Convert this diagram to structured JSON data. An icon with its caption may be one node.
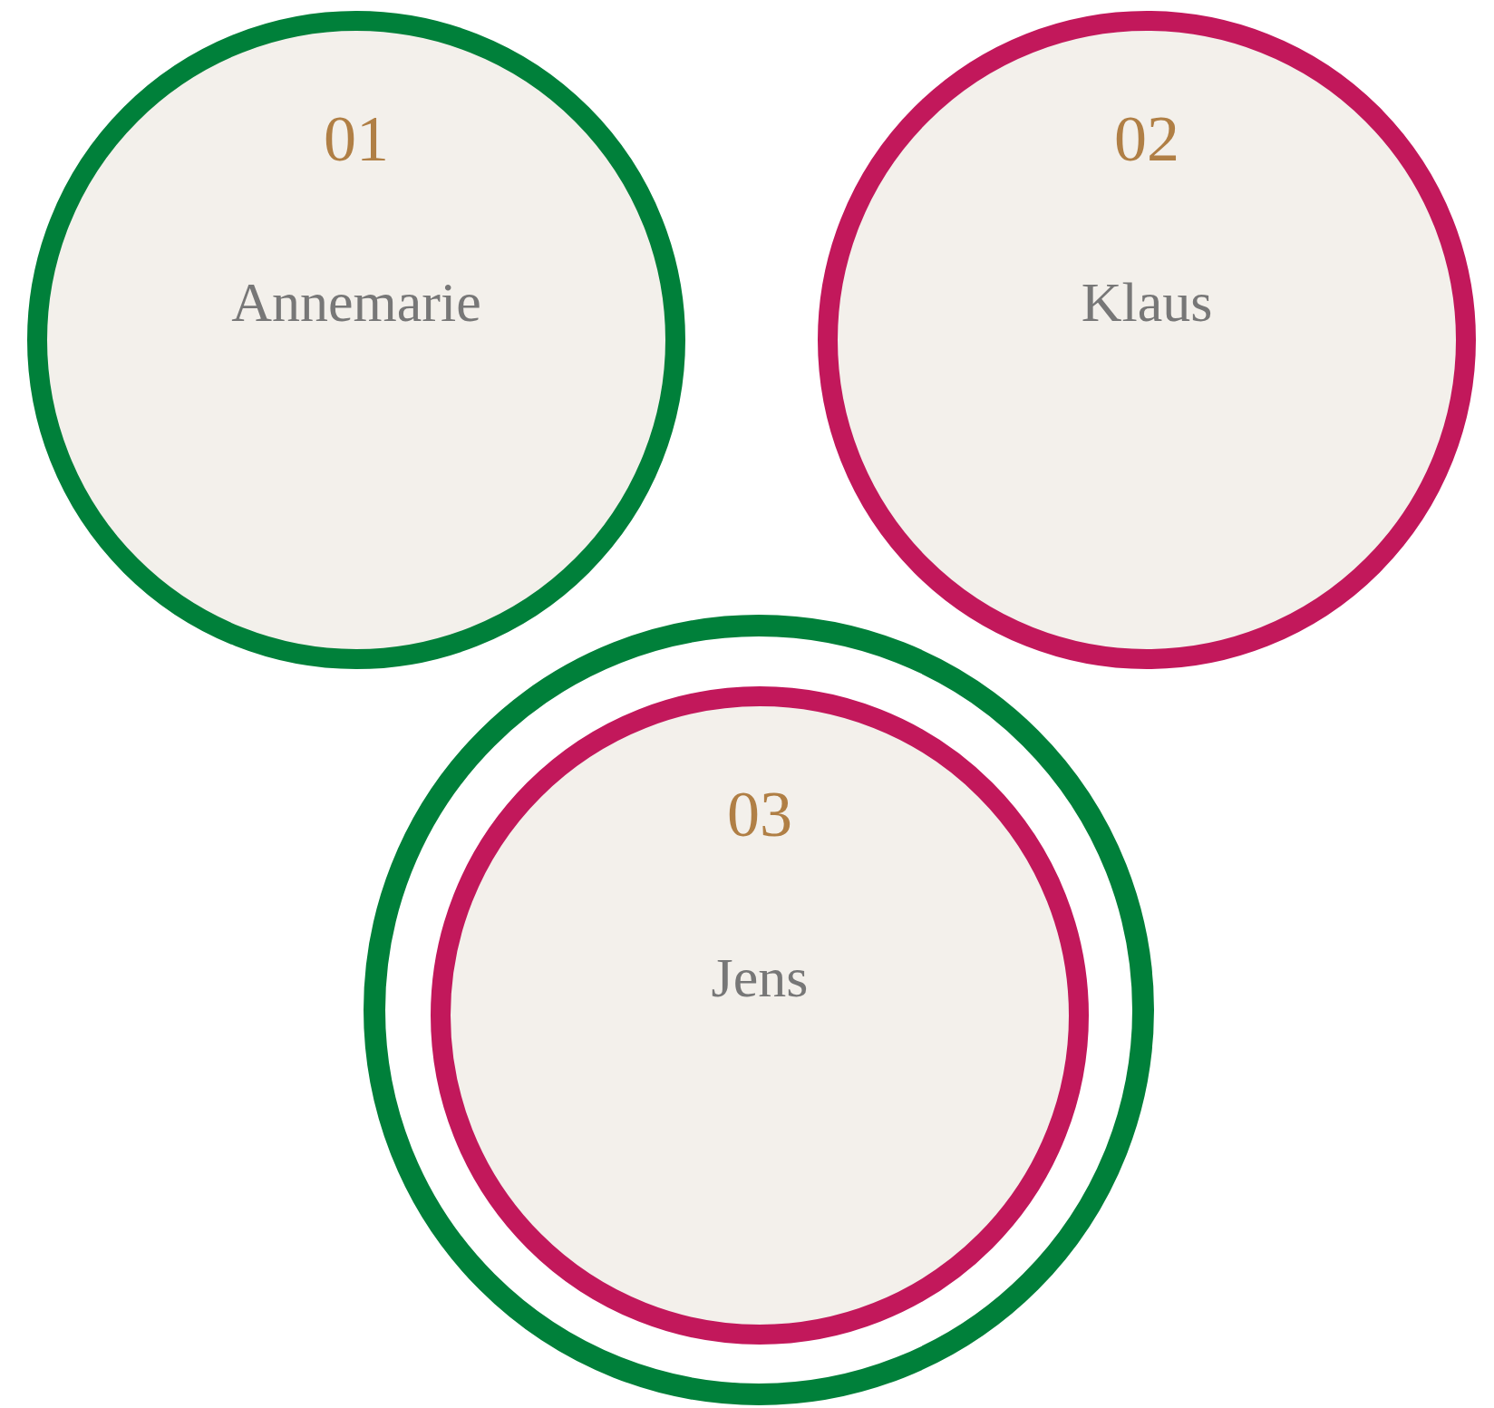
{
  "diagram": {
    "nodes": [
      {
        "text": [
          "01",
          "Annemarie"
        ]
      },
      {
        "text": [
          "02",
          "Klaus"
        ]
      },
      {
        "text": [],
        "shape": "circle"
      },
      {
        "text": [
          "03",
          "Jens"
        ],
        "in": 2
      }
    ]
  }
}
